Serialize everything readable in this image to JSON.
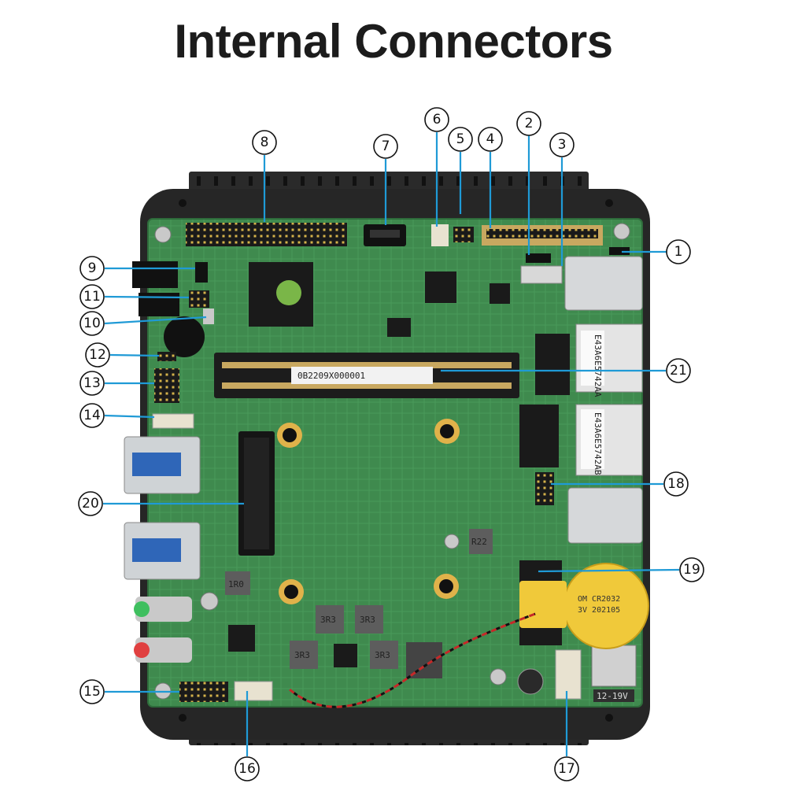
{
  "title": "Internal Connectors",
  "callouts": [
    "1",
    "2",
    "3",
    "4",
    "5",
    "6",
    "7",
    "8",
    "9",
    "10",
    "11",
    "12",
    "13",
    "14",
    "15",
    "16",
    "17",
    "18",
    "19",
    "20",
    "21"
  ],
  "board_markings": {
    "lan_sticker_1": "E43A6E5742AA",
    "lan_sticker_2": "E43A6E5742AB",
    "dimm_label": "0B2209X000001",
    "inductor_1": "3R3",
    "inductor_2": "3R3",
    "inductor_3": "3R3",
    "inductor_4": "3R3",
    "resistor_r22": "R22",
    "inductor_1r0": "1R0",
    "battery_line1": "OM CR2032",
    "battery_line2": "3V  202105",
    "power_label": "12-19V"
  },
  "colors": {
    "callout_line": "#1f9ad6",
    "pcb_green": "#3f8a4e",
    "case_black": "#222222"
  }
}
